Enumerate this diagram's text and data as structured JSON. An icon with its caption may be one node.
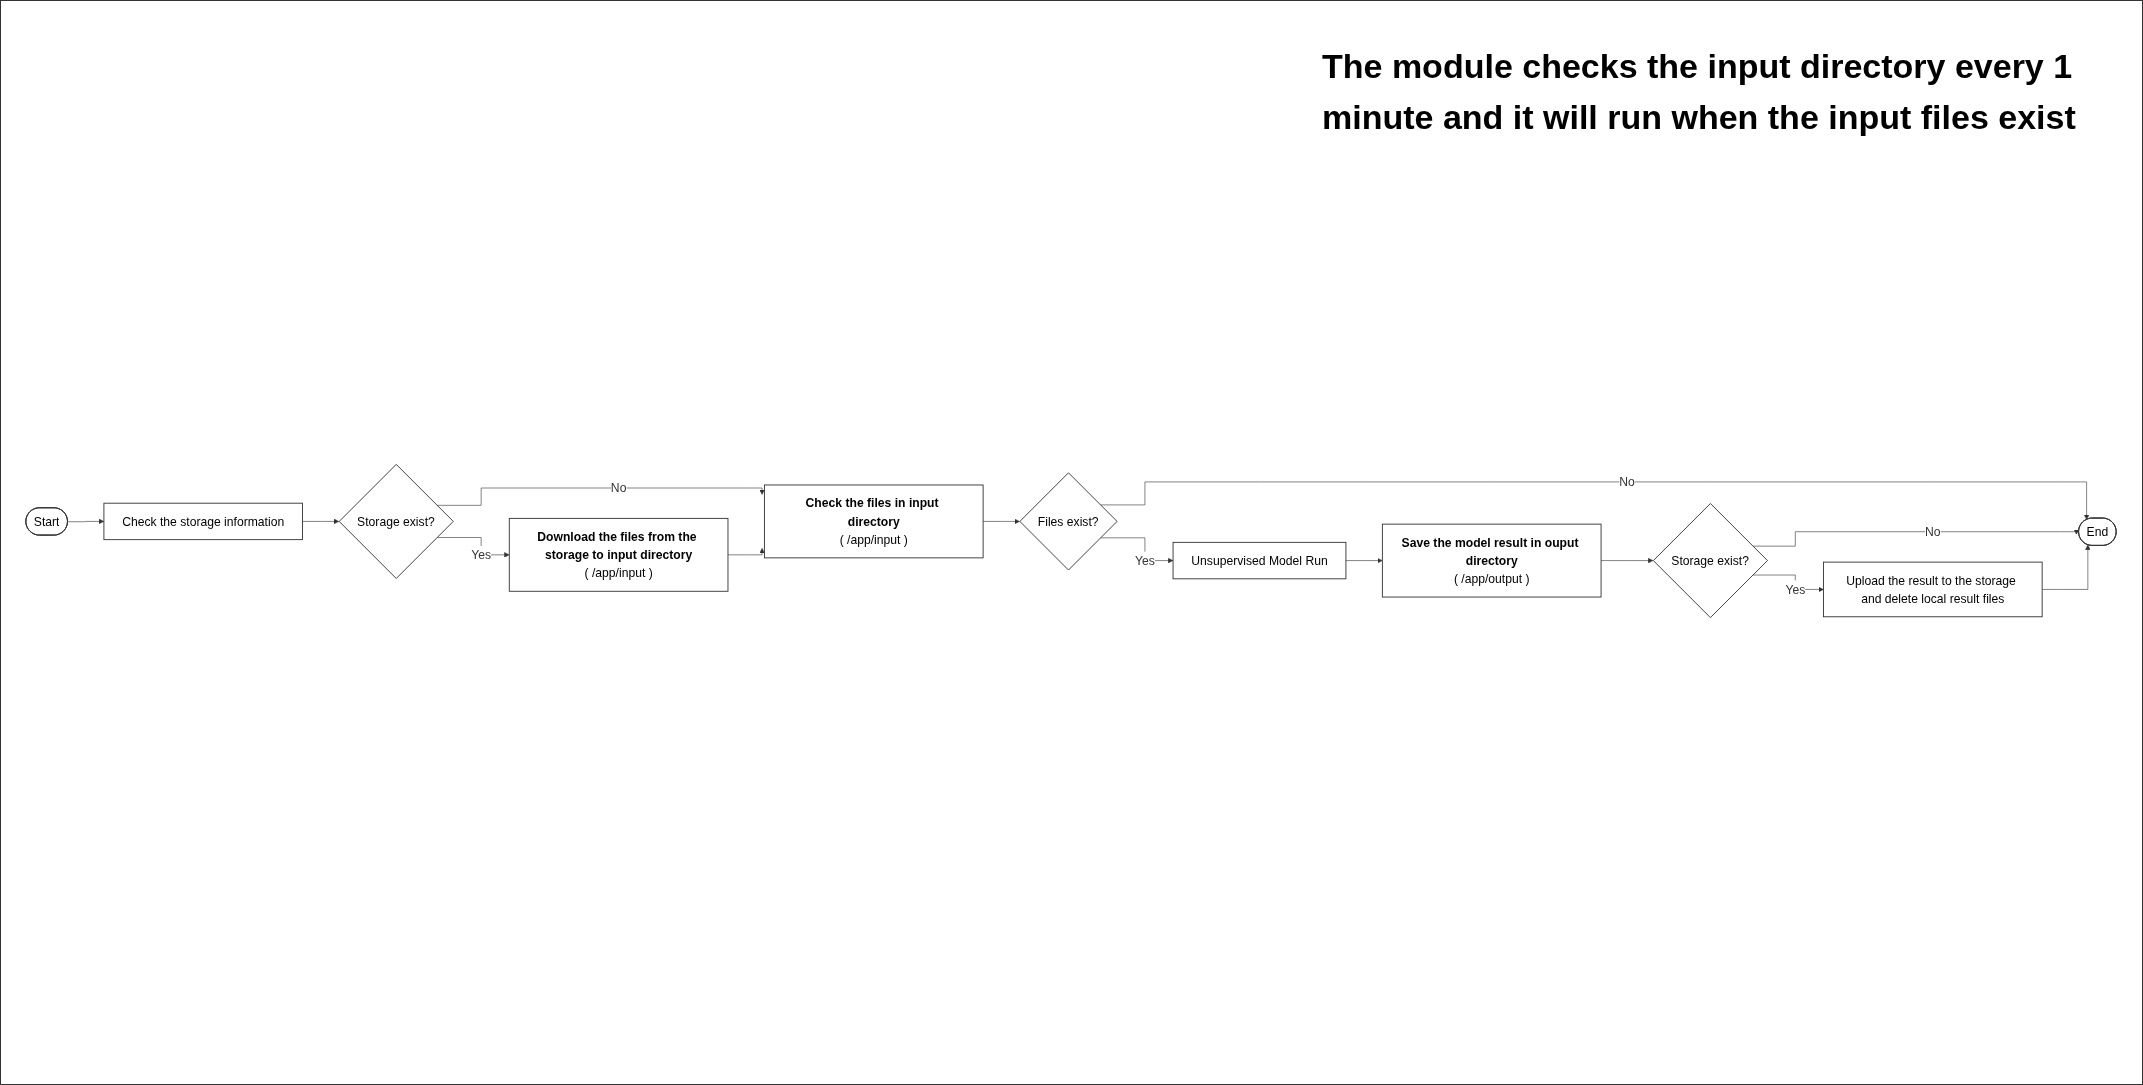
{
  "diagram": {
    "nodes": [
      {
        "text": [
          "Start"
        ]
      },
      {
        "text": [
          "Check the storage information"
        ]
      },
      {
        "text": [
          "Storage exist?"
        ]
      },
      {
        "text": [
          "Download the files from the storage to input directory",
          "( /app/input )"
        ]
      },
      {
        "text": [
          "Check the files in input directory",
          "( /app/input )"
        ]
      },
      {
        "text": [
          "Files exist?"
        ]
      },
      {
        "text": [
          "Unsupervised Model Run"
        ]
      },
      {
        "text": [
          "Save the model result in ouput directory",
          "( /app/output )"
        ]
      },
      {
        "text": [
          "Storage exist?"
        ]
      },
      {
        "text": [
          "Upload the result to the storage and delete local result files"
        ]
      },
      {
        "text": [
          "End"
        ]
      }
    ],
    "edges": [
      {
        "from": 0,
        "to": 1,
        "arrow": "to"
      },
      {
        "from": 1,
        "to": 2,
        "arrow": "to"
      },
      {
        "from": 2,
        "to": 3,
        "arrow": "to",
        "label": "Yes"
      },
      {
        "from": 2,
        "to": 4,
        "arrow": "to",
        "label": "No"
      },
      {
        "from": 3,
        "to": 4,
        "arrow": "to"
      },
      {
        "from": 4,
        "to": 5,
        "arrow": "to"
      },
      {
        "from": 5,
        "to": 6,
        "arrow": "to",
        "label": "Yes"
      },
      {
        "from": 5,
        "to": 10,
        "arrow": "to",
        "label": "No"
      },
      {
        "from": 6,
        "to": 7,
        "arrow": "to"
      },
      {
        "from": 7,
        "to": 8,
        "arrow": "to"
      },
      {
        "from": 8,
        "to": 9,
        "arrow": "to",
        "label": "Yes"
      },
      {
        "from": 8,
        "to": 10,
        "arrow": "to",
        "label": "No"
      },
      {
        "from": 9,
        "to": 10,
        "arrow": "to"
      }
    ],
    "labels": [
      "The module checks the input directory every 1 minute and it will run when the input files exist"
    ]
  }
}
